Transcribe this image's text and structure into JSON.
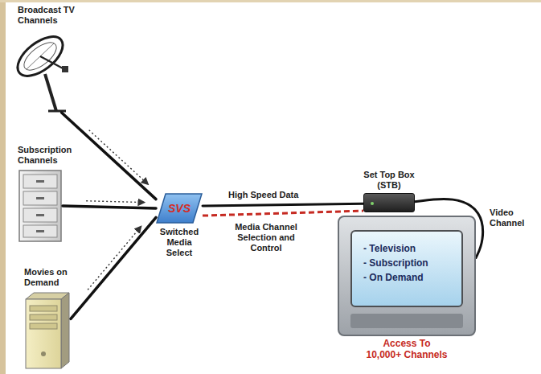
{
  "diagram": {
    "nodes": [
      {
        "text": [
          "Broadcast TV Channels"
        ]
      },
      {
        "text": [
          "Subscription Channels"
        ]
      },
      {
        "text": [
          "Movies on Demand"
        ]
      },
      {
        "text": [
          "SVS",
          "Switched Media Select"
        ]
      },
      {
        "text": [
          "Set Top Box (STB)"
        ]
      },
      {
        "text": [
          "- Television",
          "- Subscription",
          "- On Demand",
          "Access To 10,000+ Channels"
        ]
      }
    ],
    "edges": [
      {
        "from": 0,
        "to": 3,
        "arrow": "to"
      },
      {
        "from": 1,
        "to": 3,
        "arrow": "to"
      },
      {
        "from": 2,
        "to": 3,
        "arrow": "to"
      },
      {
        "from": 3,
        "to": 4,
        "label": "High Speed Data",
        "arrow": "none"
      },
      {
        "from": 3,
        "to": 4,
        "label": "Media Channel Selection and Control",
        "arrow": "none"
      },
      {
        "from": 4,
        "to": 5,
        "label": "Video Channel",
        "arrow": "none"
      }
    ]
  }
}
